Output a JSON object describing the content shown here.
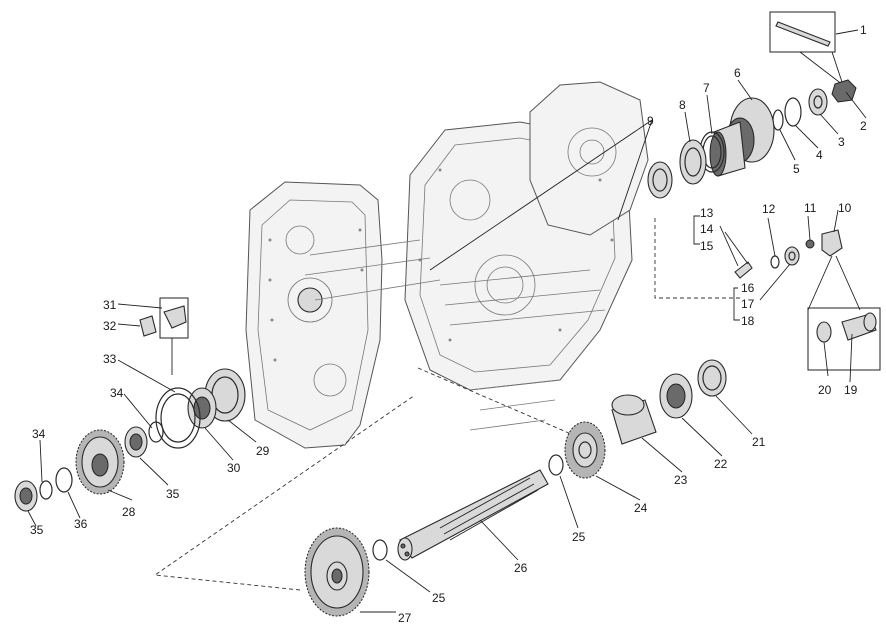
{
  "diagram": {
    "callouts": [
      {
        "id": "c1",
        "text": "1"
      },
      {
        "id": "c2",
        "text": "2"
      },
      {
        "id": "c3",
        "text": "3"
      },
      {
        "id": "c4",
        "text": "4"
      },
      {
        "id": "c5",
        "text": "5"
      },
      {
        "id": "c6",
        "text": "6"
      },
      {
        "id": "c7",
        "text": "7"
      },
      {
        "id": "c8",
        "text": "8"
      },
      {
        "id": "c9",
        "text": "9"
      },
      {
        "id": "c10",
        "text": "10"
      },
      {
        "id": "c11",
        "text": "11"
      },
      {
        "id": "c12",
        "text": "12"
      },
      {
        "id": "c13",
        "text": "13"
      },
      {
        "id": "c14",
        "text": "14"
      },
      {
        "id": "c15",
        "text": "15"
      },
      {
        "id": "c16",
        "text": "16"
      },
      {
        "id": "c17",
        "text": "17"
      },
      {
        "id": "c18",
        "text": "18"
      },
      {
        "id": "c19",
        "text": "19"
      },
      {
        "id": "c20",
        "text": "20"
      },
      {
        "id": "c21",
        "text": "21"
      },
      {
        "id": "c22",
        "text": "22"
      },
      {
        "id": "c23",
        "text": "23"
      },
      {
        "id": "c24",
        "text": "24"
      },
      {
        "id": "c25a",
        "text": "25"
      },
      {
        "id": "c25b",
        "text": "25"
      },
      {
        "id": "c26",
        "text": "26"
      },
      {
        "id": "c27",
        "text": "27"
      },
      {
        "id": "c28",
        "text": "28"
      },
      {
        "id": "c29",
        "text": "29"
      },
      {
        "id": "c30",
        "text": "30"
      },
      {
        "id": "c31",
        "text": "31"
      },
      {
        "id": "c32",
        "text": "32"
      },
      {
        "id": "c33",
        "text": "33"
      },
      {
        "id": "c34a",
        "text": "34"
      },
      {
        "id": "c34b",
        "text": "34"
      },
      {
        "id": "c35a",
        "text": "35"
      },
      {
        "id": "c35b",
        "text": "35"
      },
      {
        "id": "c36",
        "text": "36"
      }
    ]
  }
}
